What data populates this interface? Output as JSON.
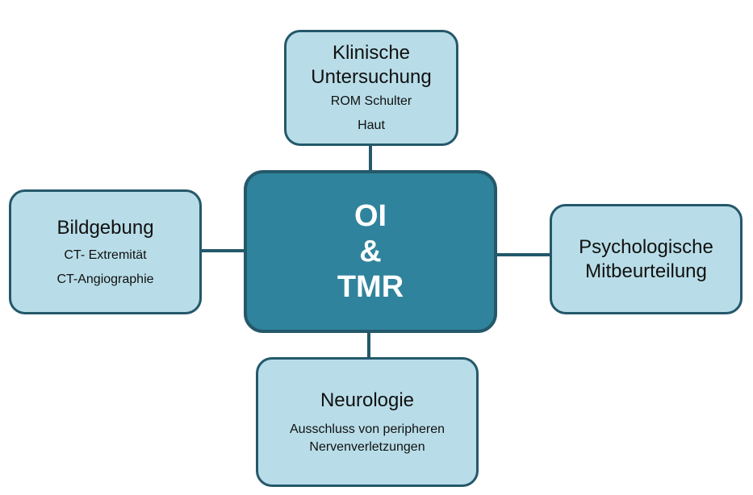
{
  "colors": {
    "node_fill": "#b8dde8",
    "center_fill": "#2f839c",
    "border": "#24586a",
    "text_dark": "#111111",
    "text_light": "#ffffff"
  },
  "center": {
    "lines": [
      "OI",
      "&",
      "TMR"
    ]
  },
  "nodes": {
    "top": {
      "title_lines": [
        "Klinische",
        "Untersuchung"
      ],
      "items": [
        "ROM Schulter",
        "Haut"
      ]
    },
    "left": {
      "title": "Bildgebung",
      "items": [
        "CT- Extremität",
        "CT-Angiographie"
      ]
    },
    "right": {
      "title_lines": [
        "Psychologische",
        "Mitbeurteilung"
      ]
    },
    "bottom": {
      "title": "Neurologie",
      "item_lines": [
        "Ausschluss von peripheren",
        "Nervenverletzungen"
      ]
    }
  }
}
